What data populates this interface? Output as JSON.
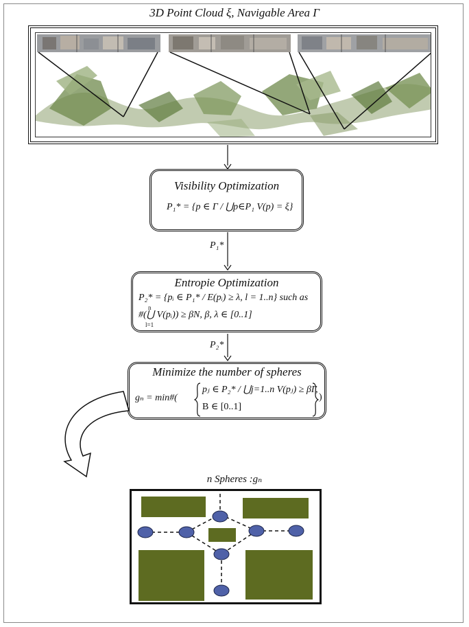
{
  "figure": {
    "top_title": "3D Point Cloud ξ, Navigable Area Γ",
    "steps": [
      {
        "title": "Visibility Optimization",
        "formula": "P₁* = {p ∈ Γ / ⋃p∈P₁ V(p) = ξ}"
      },
      {
        "title": "Entropie Optimization",
        "formula_line1": "P₂* = {pᵢ ∈ P₁* / E(pᵢ) ≥ λ, l = 1..n} such as",
        "formula_line2": "#(⋃ V(pᵢ)) ≥ βN, β, λ ∈ [0..1]",
        "union_top": "n",
        "union_bottom": "l=1"
      },
      {
        "title": "Minimize the number of spheres",
        "formula_lhs": "gₙ = min#(",
        "formula_line1": "pⱼ ∈ P₂* / ⋃j=1..n V(pⱼ) ≥ βΓ,",
        "formula_line2": "B ∈ [0..1]",
        "formula_close": ")"
      }
    ],
    "arrow_labels": [
      "P₁*",
      "P₂*"
    ],
    "result_title": "n Spheres :gₙ"
  },
  "colors": {
    "block_green": "#5d6b21",
    "sphere_blue": "#4f61a8",
    "cloud_green": "#6f8a4c"
  }
}
